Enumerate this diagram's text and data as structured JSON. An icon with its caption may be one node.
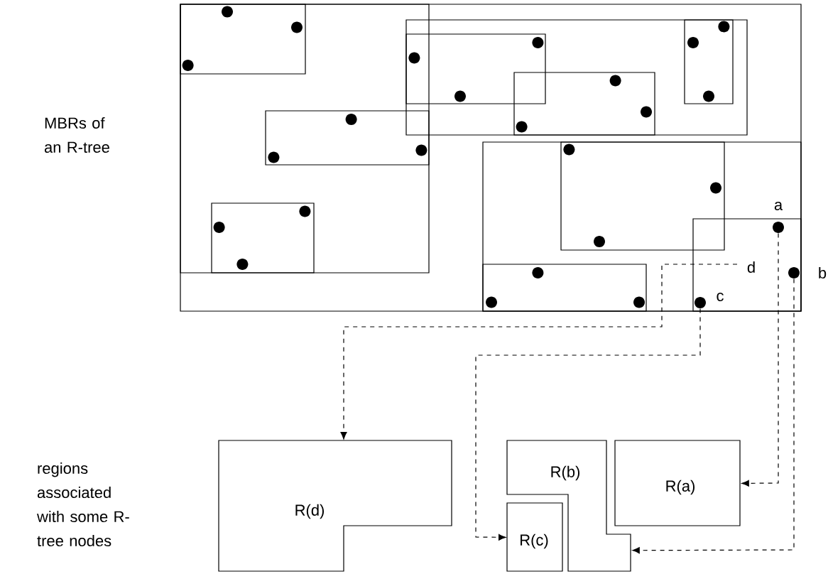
{
  "diagram": {
    "nodes": [
      {
        "text": [],
        "shape": "circle",
        "beside": [
          "a"
        ]
      },
      {
        "text": [],
        "shape": "circle",
        "beside": [
          "b"
        ]
      },
      {
        "text": [],
        "shape": "circle",
        "beside": [
          "c"
        ]
      },
      {
        "text": [
          "d"
        ]
      },
      {
        "text": [
          "R(a)"
        ]
      },
      {
        "text": [
          "R(b)"
        ]
      },
      {
        "text": [
          "R(c)"
        ]
      },
      {
        "text": [
          "R(d)"
        ]
      }
    ],
    "edges": [
      {
        "from": 0,
        "to": 4,
        "arrow": "to",
        "style": "dashed"
      },
      {
        "from": 1,
        "to": 5,
        "arrow": "to",
        "style": "dashed"
      },
      {
        "from": 2,
        "to": 6,
        "arrow": "to",
        "style": "dashed"
      },
      {
        "from": 3,
        "to": 7,
        "arrow": "to",
        "style": "dashed"
      }
    ],
    "labels": [
      "MBRs of an R-tree",
      "regions associated with some R-tree nodes"
    ]
  }
}
